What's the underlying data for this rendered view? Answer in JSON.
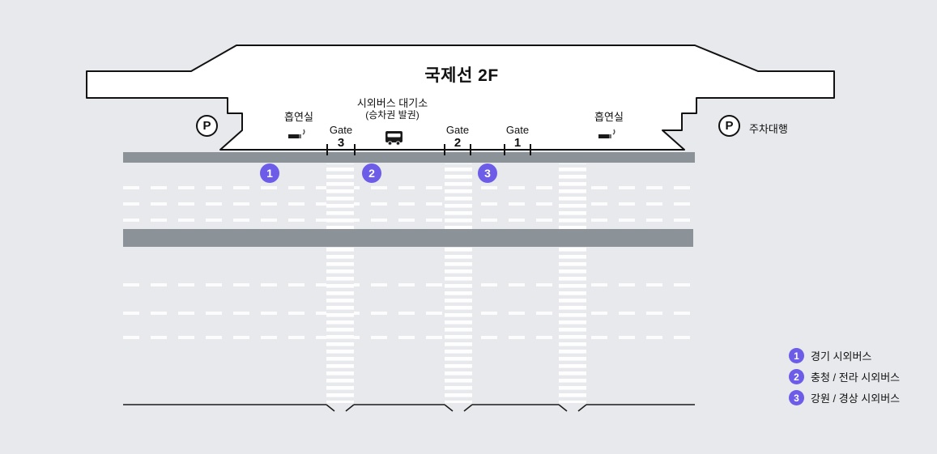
{
  "building": {
    "title": "국제선 2F"
  },
  "facilities": {
    "smoking_left": "흡연실",
    "smoking_right": "흡연실",
    "bus_terminal_line1": "시외버스 대기소",
    "bus_terminal_line2": "(승차권 발권)",
    "parking_symbol_left": "P",
    "parking_symbol_right": "P",
    "valet_parking": "주차대행"
  },
  "gates": [
    {
      "label": "Gate",
      "number": "3"
    },
    {
      "label": "Gate",
      "number": "2"
    },
    {
      "label": "Gate",
      "number": "1"
    }
  ],
  "stops": [
    {
      "number": "1"
    },
    {
      "number": "2"
    },
    {
      "number": "3"
    }
  ],
  "legend": [
    {
      "number": "1",
      "label": "경기 시외버스"
    },
    {
      "number": "2",
      "label": "충청 / 전라 시외버스"
    },
    {
      "number": "3",
      "label": "강원 / 경상 시외버스"
    }
  ],
  "colors": {
    "accent": "#6c5ce7",
    "road": "#8b9399",
    "background": "#e7e9ec",
    "building_fill": "#ffffff",
    "outline": "#111111"
  }
}
